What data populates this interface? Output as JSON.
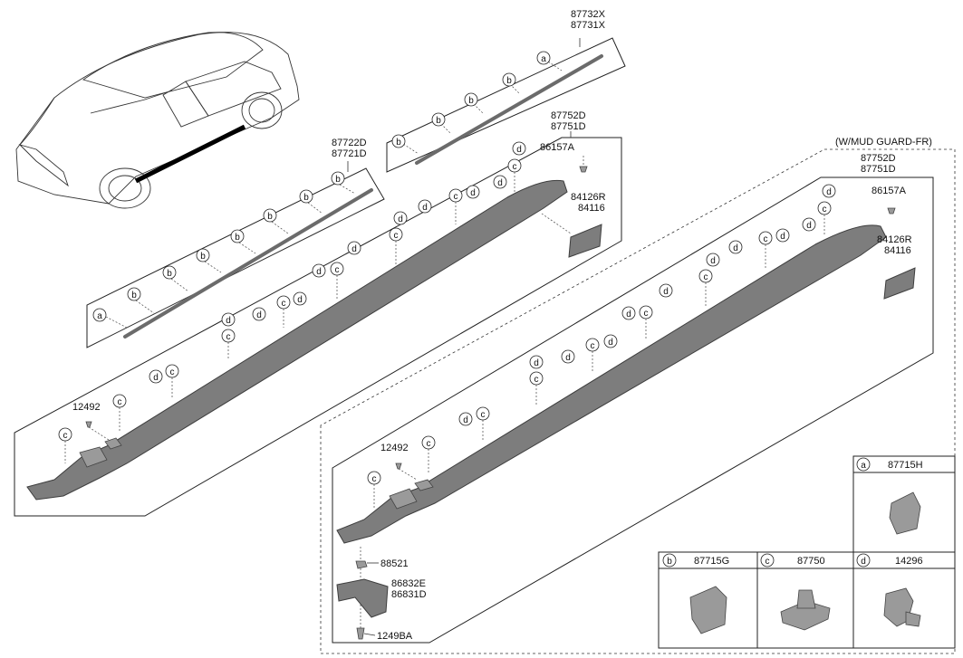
{
  "parts": {
    "upper_strip_a": "87732X",
    "upper_strip_b": "87731X",
    "lower_strip_a": "87722D",
    "lower_strip_b": "87721D",
    "sill_a": "87752D",
    "sill_b": "87751D",
    "screw_top": "86157A",
    "pad_a": "84126R",
    "pad_b": "84116",
    "clip_front": "12492",
    "sill2_a": "87752D",
    "sill2_b": "87751D",
    "screw_top2": "86157A",
    "pad2_a": "84126R",
    "pad2_b": "84116",
    "clip_front2": "12492",
    "nut": "88521",
    "mudguard_a": "86832E",
    "mudguard_b": "86831D",
    "bolt": "1249BA"
  },
  "variant_note": "(W/MUD GUARD-FR)",
  "callouts": {
    "a": "a",
    "b": "b",
    "c": "c",
    "d": "d"
  },
  "legend": [
    {
      "key": "a",
      "part": "87715H"
    },
    {
      "key": "b",
      "part": "87715G"
    },
    {
      "key": "c",
      "part": "87750"
    },
    {
      "key": "d",
      "part": "14296"
    }
  ],
  "colors": {
    "part_fill": "#7d7d7d",
    "line": "#222222",
    "background": "#ffffff"
  }
}
